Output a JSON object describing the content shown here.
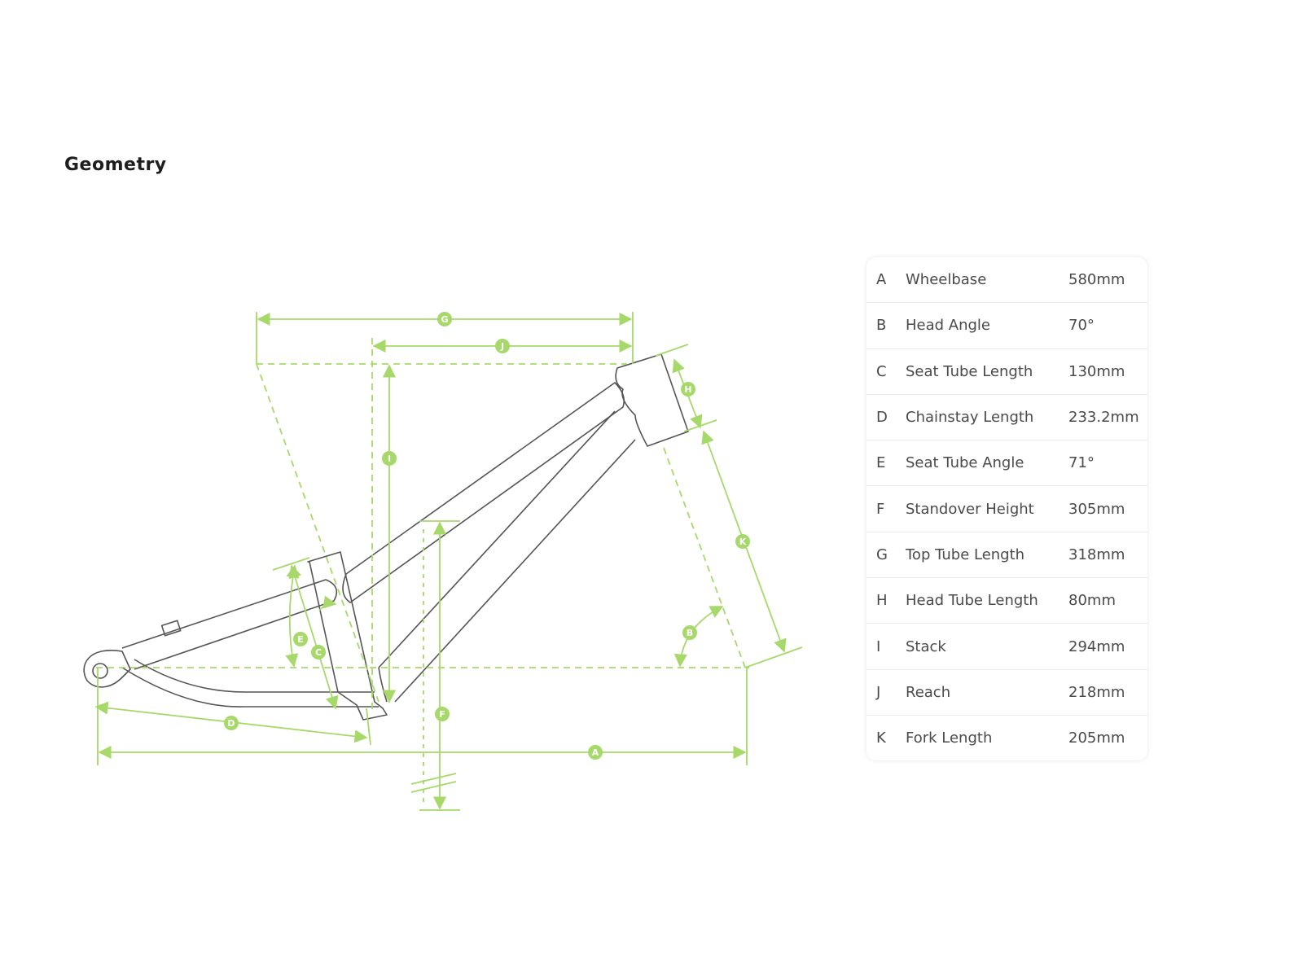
{
  "page": {
    "title": "Geometry"
  },
  "diagram": {
    "line_color": "#a6d96a",
    "frame_color": "#555555",
    "callouts": [
      "A",
      "B",
      "C",
      "D",
      "E",
      "F",
      "G",
      "H",
      "I",
      "J",
      "K"
    ]
  },
  "geometry_table": {
    "rows": [
      {
        "letter": "A",
        "name": "Wheelbase",
        "value": "580mm"
      },
      {
        "letter": "B",
        "name": "Head Angle",
        "value": "70°"
      },
      {
        "letter": "C",
        "name": "Seat Tube Length",
        "value": "130mm"
      },
      {
        "letter": "D",
        "name": "Chainstay Length",
        "value": "233.2mm"
      },
      {
        "letter": "E",
        "name": "Seat Tube Angle",
        "value": "71°"
      },
      {
        "letter": "F",
        "name": "Standover Height",
        "value": "305mm"
      },
      {
        "letter": "G",
        "name": "Top Tube Length",
        "value": "318mm"
      },
      {
        "letter": "H",
        "name": "Head Tube Length",
        "value": "80mm"
      },
      {
        "letter": "I",
        "name": "Stack",
        "value": "294mm"
      },
      {
        "letter": "J",
        "name": "Reach",
        "value": "218mm"
      },
      {
        "letter": "K",
        "name": "Fork Length",
        "value": "205mm"
      }
    ]
  }
}
